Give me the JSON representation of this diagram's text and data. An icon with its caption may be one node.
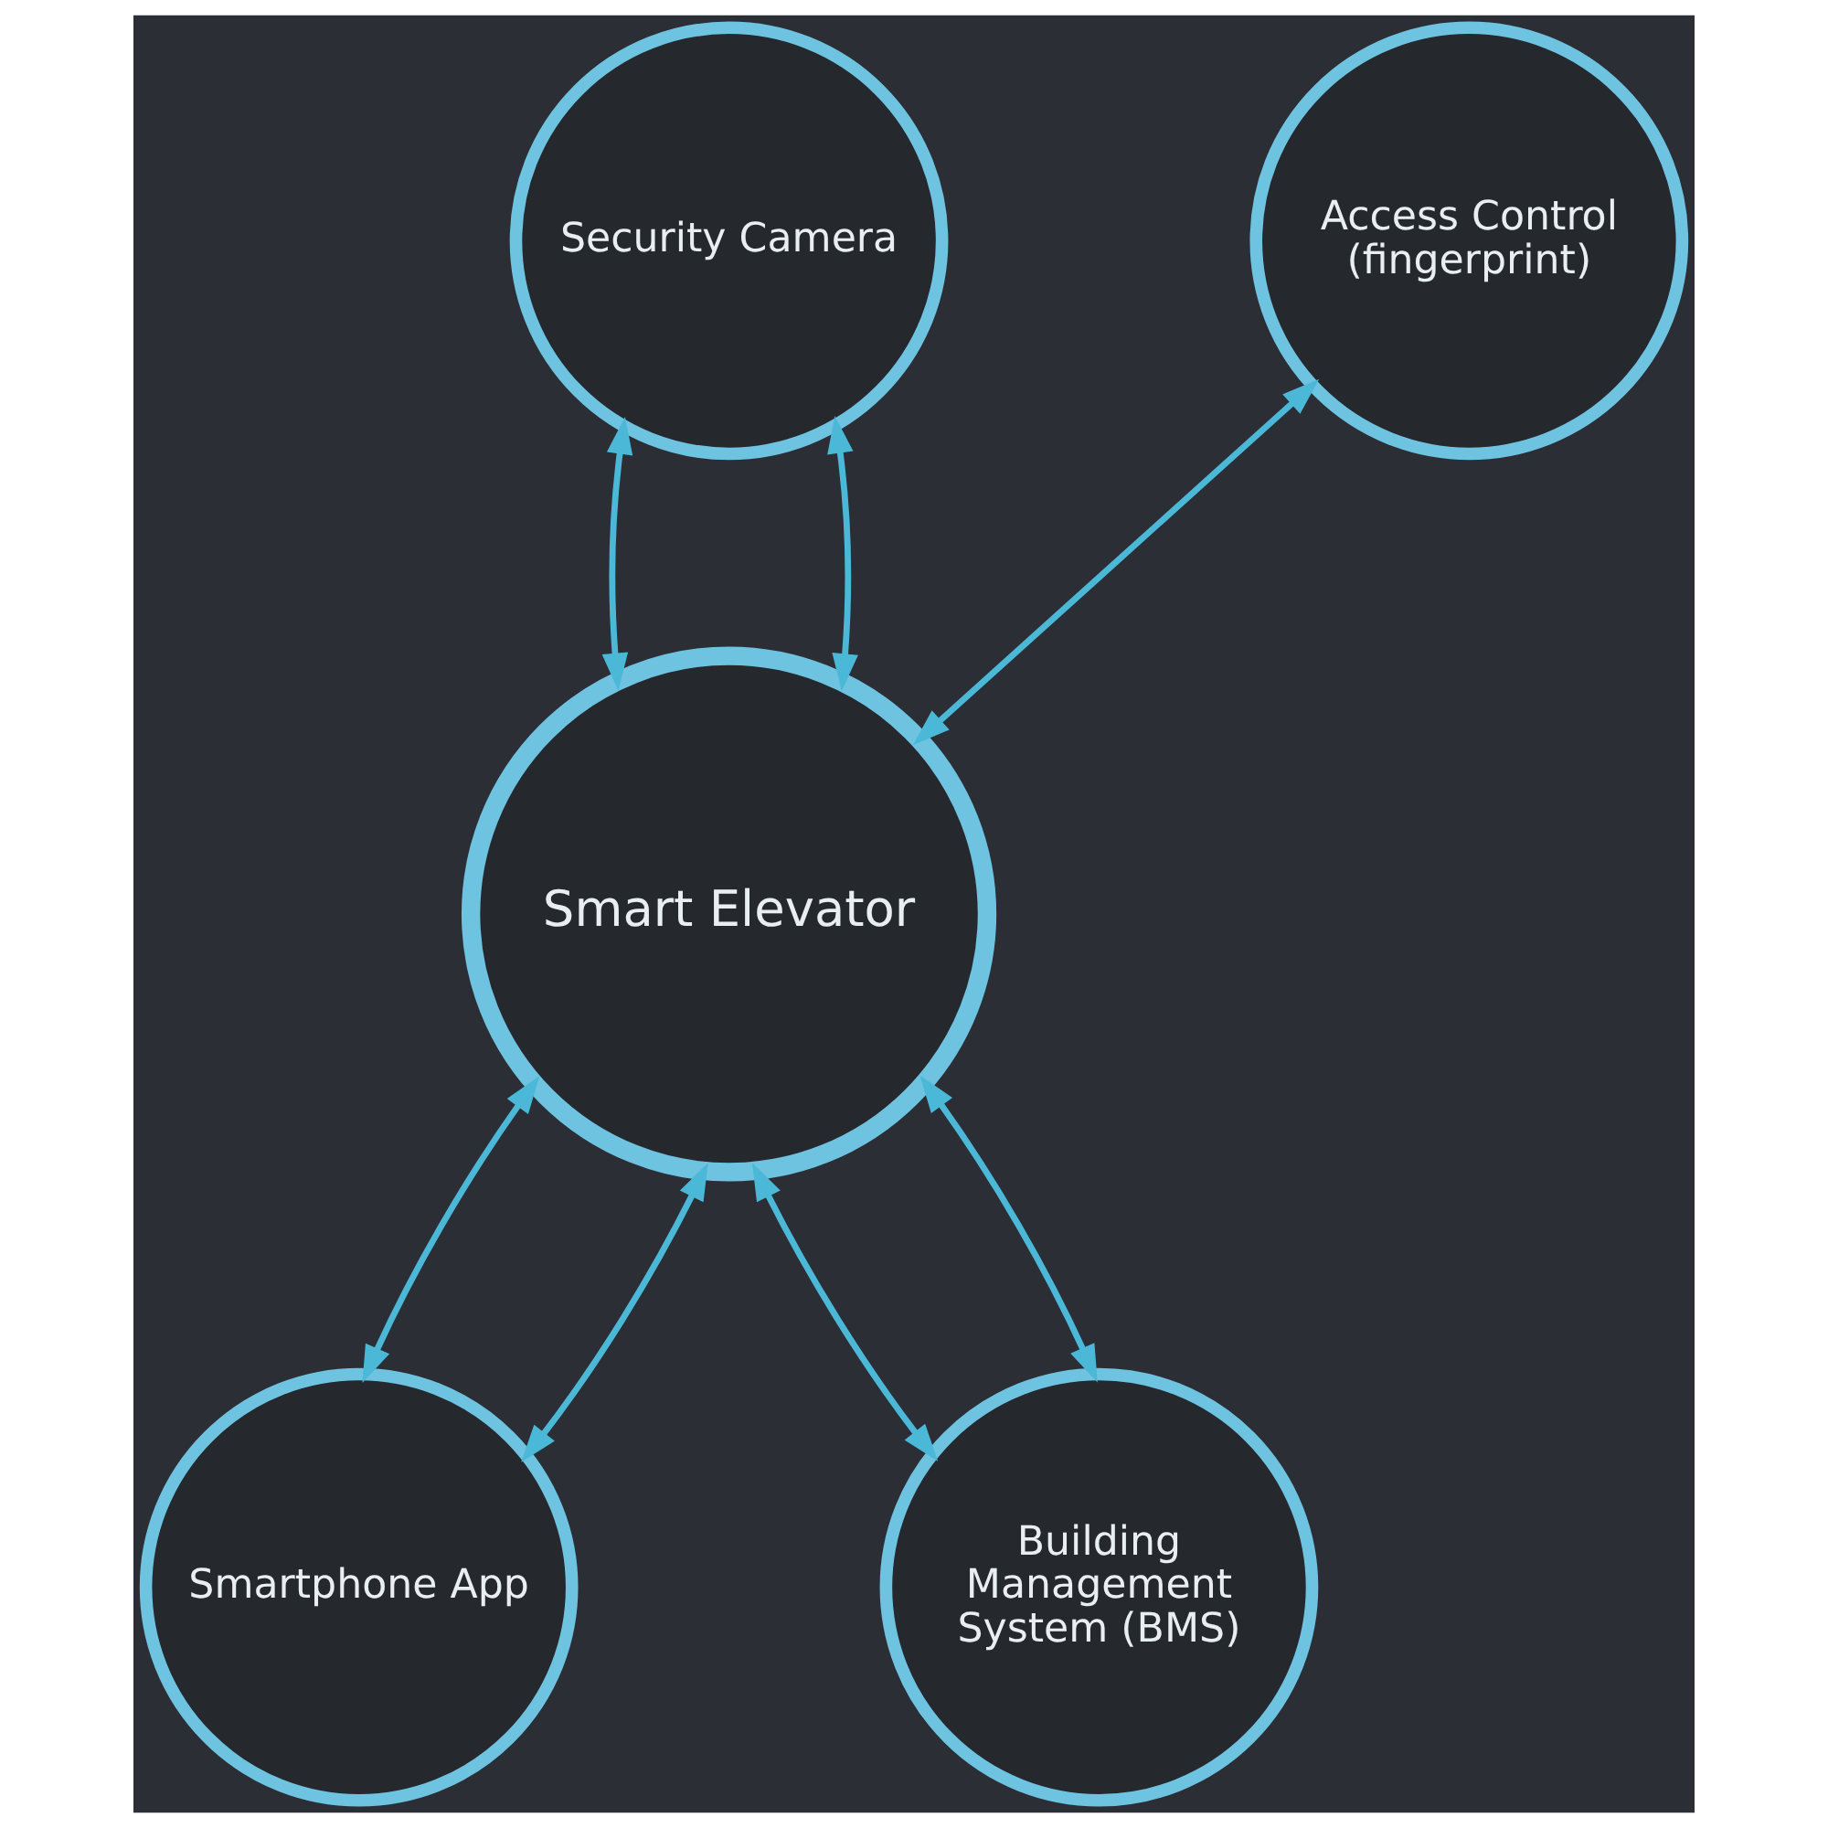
{
  "diagram": {
    "nodes": [
      {
        "text": [
          "Security Camera"
        ]
      },
      {
        "text": [
          "Access Control (fingerprint)"
        ]
      },
      {
        "text": [
          "Smart Elevator"
        ]
      },
      {
        "text": [
          "Smartphone App"
        ]
      },
      {
        "text": [
          "Building Management System (BMS)"
        ]
      }
    ],
    "edges": [
      {
        "from": 0,
        "to": 2,
        "arrow": "both"
      },
      {
        "from": 0,
        "to": 2,
        "arrow": "both"
      },
      {
        "from": 1,
        "to": 2,
        "arrow": "both"
      },
      {
        "from": 2,
        "to": 3,
        "arrow": "both"
      },
      {
        "from": 2,
        "to": 3,
        "arrow": "both"
      },
      {
        "from": 2,
        "to": 4,
        "arrow": "both"
      },
      {
        "from": 2,
        "to": 4,
        "arrow": "both"
      }
    ]
  }
}
